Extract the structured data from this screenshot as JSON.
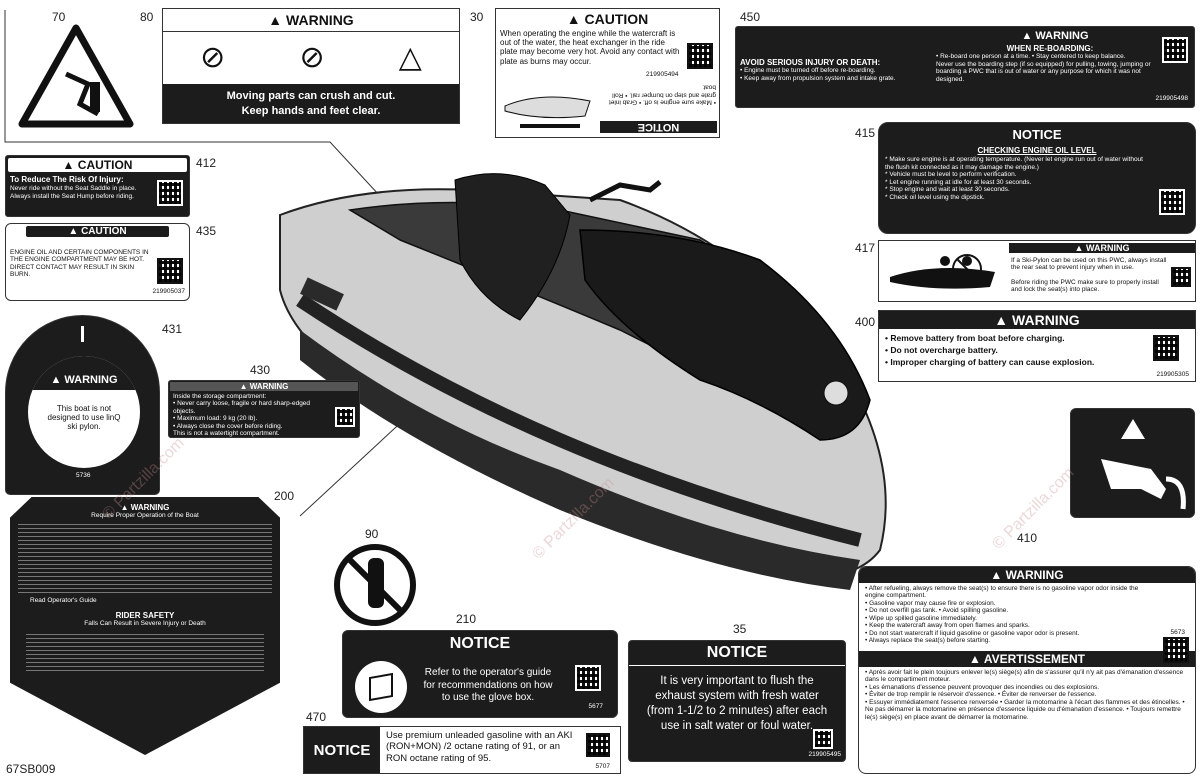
{
  "callouts": {
    "c70": "70",
    "c80": "80",
    "c30": "30",
    "c450": "450",
    "c412": "412",
    "c435": "435",
    "c415": "415",
    "c417": "417",
    "c431": "431",
    "c430": "430",
    "c400": "400",
    "c200": "200",
    "c90": "90",
    "c410": "410",
    "c210": "210",
    "c35": "35",
    "c470": "470"
  },
  "diagram_id": "67SB009",
  "watermark": "© Partzilla.com",
  "label80": {
    "header": "WARNING",
    "line1": "Moving parts can crush and cut.",
    "line2": "Keep hands and feet clear."
  },
  "label30": {
    "header": "CAUTION",
    "body": "When operating the engine while the watercraft is out of the water, the heat exchanger in the ride plate may become very hot. Avoid any contact with plate as burns may occur.",
    "code": "219905494",
    "notice": "NOTICE",
    "notice_body": "• Make sure engine is off. • Grab inlet grate and step on bumper rail. • Roll boat"
  },
  "label450": {
    "header": "WARNING",
    "left_title": "AVOID SERIOUS INJURY OR DEATH:",
    "left_body": "• Engine must be turned off before re-boarding.\n• Keep away from propulsion system and intake grate.",
    "right_title": "WHEN RE-BOARDING:",
    "right_body": "• Re-board one person at a time.  • Stay centered to keep balance.\nNever use the boarding step (if so equipped) for pulling, towing, jumping or boarding a PWC that is out of water or any purpose for which it was not designed.",
    "code": "219905498"
  },
  "label412": {
    "header": "CAUTION",
    "title": "To Reduce The Risk Of Injury:",
    "body": "Never ride without the Seat Saddle in place.\nAlways install the Seat Hump before riding."
  },
  "label435": {
    "header": "CAUTION",
    "body": "ENGINE OIL AND CERTAIN COMPONENTS IN THE ENGINE COMPARTMENT MAY BE HOT. DIRECT CONTACT MAY RESULT IN SKIN BURN.",
    "code": "219905037"
  },
  "label415": {
    "header": "NOTICE",
    "title": "CHECKING ENGINE OIL LEVEL",
    "body": "* Make sure engine is at operating temperature. (Never let engine run out of water without the flush kit connected as it may damage the engine.)\n* Vehicle must be level to perform verification.\n* Let engine running at idle for at least 30 seconds.\n* Stop engine and wait at least 30 seconds.\n* Check oil level using the dipstick."
  },
  "label417": {
    "header": "WARNING",
    "body1": "If a Ski-Pylon can be used on this PWC, always install the rear seat to prevent injury when in use.",
    "body2": "Before riding the PWC make sure to properly install and lock the seat(s) into place."
  },
  "label431": {
    "header": "WARNING",
    "body": "This boat is not designed to use linQ ski pylon.",
    "code": "5736"
  },
  "label430": {
    "header": "WARNING",
    "body": "Inside the storage compartment:\n• Never carry loose, fragile or hard sharp-edged objects.\n• Maximum load: 9 kg (20 lb).\n• Always close the cover before riding.\nThis is not a watertight compartment."
  },
  "label400": {
    "header": "WARNING",
    "body": "• Remove battery from boat before charging.\n• Do not overcharge battery.\n• Improper charging of battery can cause explosion.",
    "code": "219905305"
  },
  "label200": {
    "header": "WARNING",
    "sub": "Require Proper Operation of the Boat",
    "rider": "RIDER SAFETY",
    "falls": "Falls Can Result in Severe Injury or Death",
    "guide": "Read Operator's Guide"
  },
  "label410": {
    "header": "WARNING",
    "body": "• After refueling, always remove the seat(s) to ensure there is no gasoline vapor odor inside the engine compartment.\n• Gasoline vapor may cause fire or explosion.\n• Do not overfill gas tank.  • Avoid spilling gasoline.\n• Wipe up spilled gasoline immediately.\n• Keep the watercraft away from open flames and sparks.\n• Do not start watercraft if liquid gasoline or gasoline vapor odor is present.\n• Always replace the seat(s) before starting.",
    "header_fr": "AVERTISSEMENT",
    "body_fr": "• Après avoir fait le plein toujours enlever le(s) siège(s) afin de s'assurer qu'il n'y ait pas d'émanation d'essence dans le compartiment moteur.\n• Les émanations d'essence peuvent provoquer des incendies ou des explosions.\n• Éviter de trop remplir le réservoir d'essence.  • Éviter de renverser de l'essence.\n• Essuyer immédiatement l'essence renversée • Garder la motomarine à l'écart des flammes et des étincelles. • Ne pas démarrer la motomarine en présence d'essence liquide ou d'émanation d'essence. • Toujours remettre le(s) siège(s) en place avant de démarrer la motomarine.",
    "code": "5673"
  },
  "label210": {
    "header": "NOTICE",
    "body": "Refer to the operator's guide for recommendations on how to use the glove box.",
    "code": "5677"
  },
  "label35": {
    "header": "NOTICE",
    "body": "It is very important to flush the exhaust system with fresh water (from 1-1/2 to 2 minutes) after each use in salt water or foul water.",
    "code": "219905495"
  },
  "label470": {
    "header": "NOTICE",
    "body": "Use premium unleaded gasoline with an AKI (RON+MON) /2 octane rating of 91, or an RON octane rating of 95.",
    "code": "5707"
  },
  "colors": {
    "label_dark": "#1c1c1c",
    "hull_gray": "#cfcfcf",
    "line": "#333333"
  }
}
